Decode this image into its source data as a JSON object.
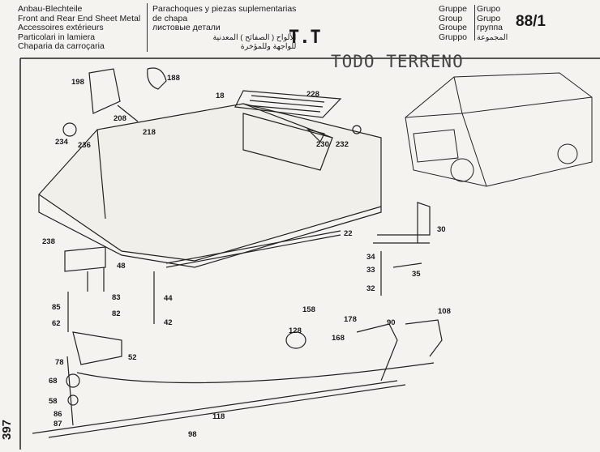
{
  "header": {
    "left_titles": [
      "Anbau-Blechteile",
      "Front and Rear End Sheet Metal",
      "Accessoires extérieurs",
      "Particolari in lamiera",
      "Chaparia da carroçaria"
    ],
    "mid_titles": [
      "Parachoques y piezas suplementarias",
      "de chapa",
      "листовые детали",
      "الألواح ( الصفائح ) المعدنية",
      "للواجهة وللمؤخرة"
    ],
    "handwritten": "T.T",
    "group_labels_left": [
      "Gruppe",
      "Group",
      "Groupe",
      "Gruppo"
    ],
    "group_labels_right": [
      "Grupo",
      "Grupo",
      "группа",
      "المجموعة"
    ],
    "group_number": "88/1"
  },
  "stamp": "TODO TERRENO",
  "page_number": "397",
  "parts": [
    "198",
    "188",
    "208",
    "218",
    "228",
    "18",
    "234",
    "236",
    "230",
    "232",
    "238",
    "22",
    "30",
    "34",
    "33",
    "35",
    "32",
    "48",
    "83",
    "82",
    "85",
    "62",
    "44",
    "42",
    "158",
    "178",
    "168",
    "90",
    "108",
    "128",
    "78",
    "52",
    "68",
    "58",
    "86",
    "87",
    "118",
    "98"
  ]
}
